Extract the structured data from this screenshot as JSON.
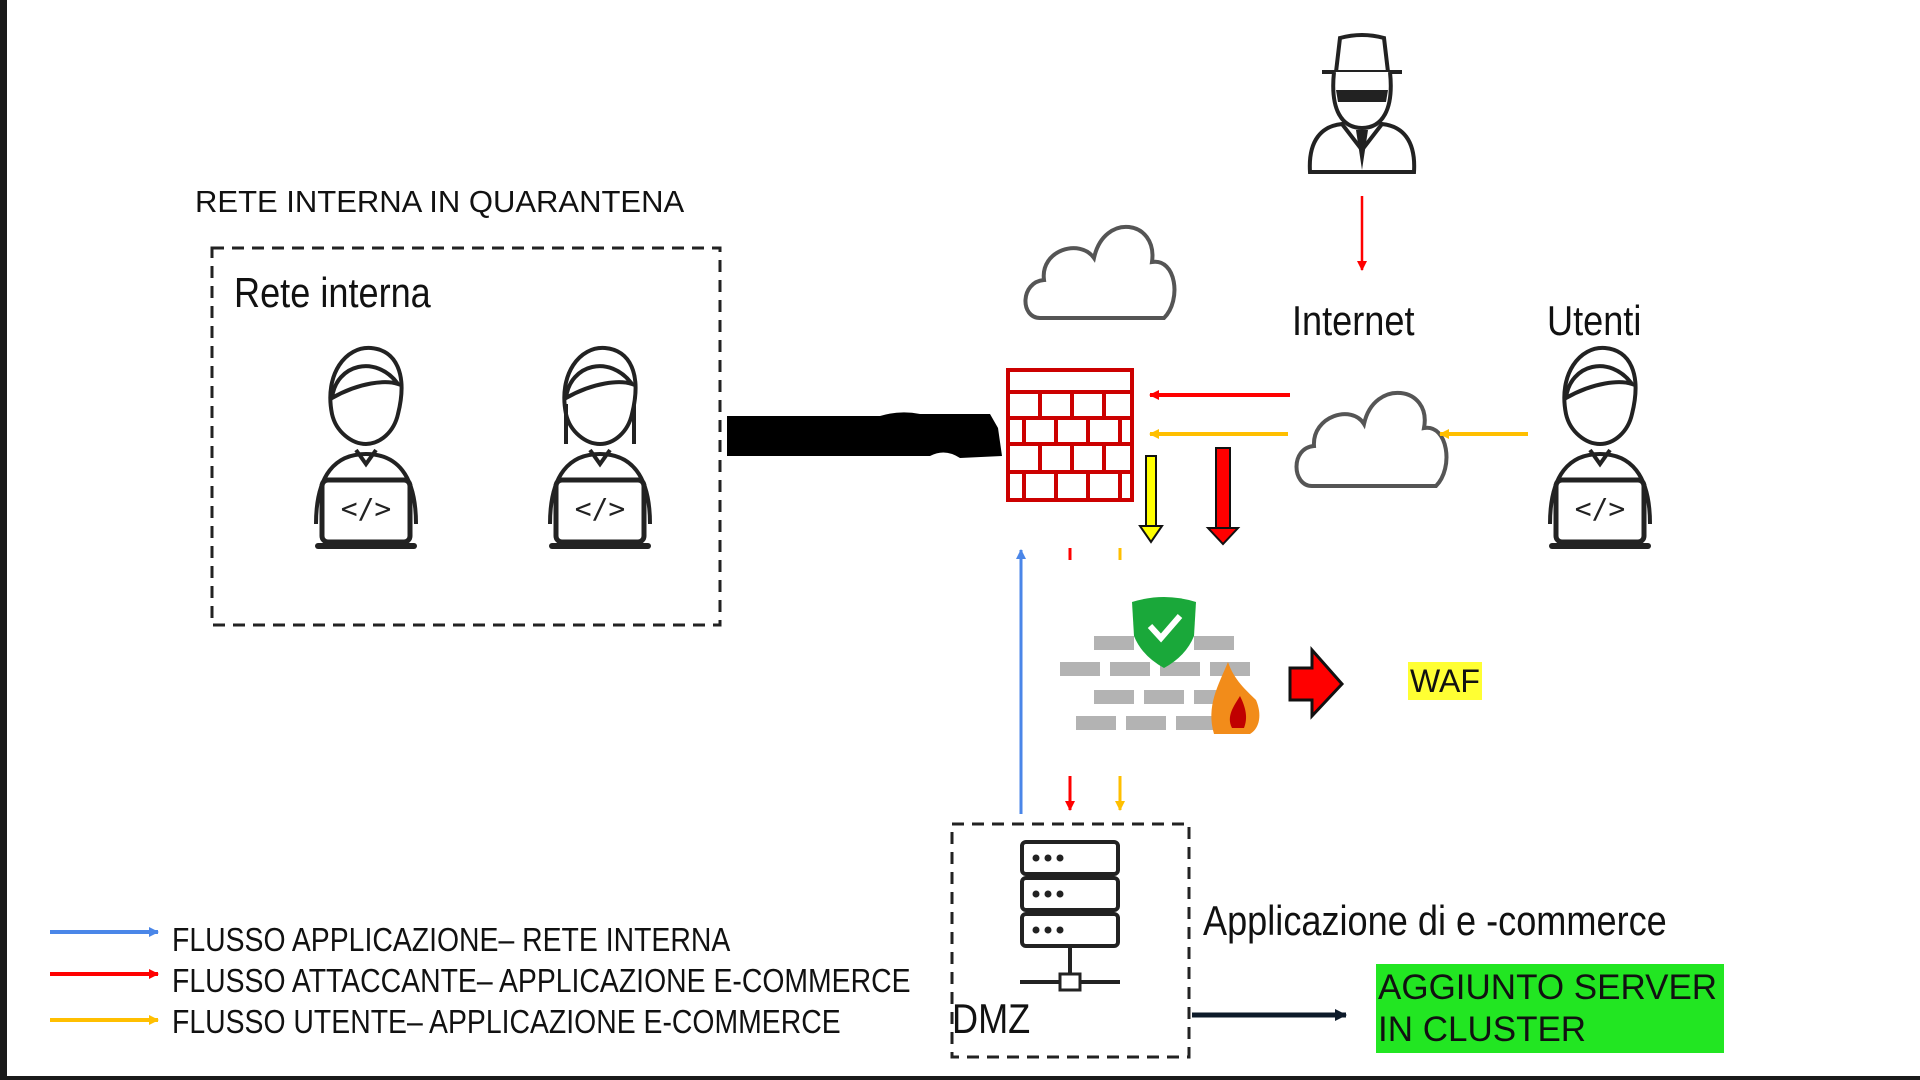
{
  "title": "RETE INTERNA IN QUARANTENA",
  "nodes": {
    "rete_interna": "Rete interna",
    "internet": "Internet",
    "utenti": "Utenti",
    "applicazione": "Applicazione di e -commerce",
    "dmz": "DMZ",
    "waf": "WAF",
    "cluster_note": "AGGIUNTO SERVER IN CLUSTER"
  },
  "legend": [
    {
      "label": "FLUSSO APPLICAZIONE– RETE INTERNA",
      "color": "#4a86e8"
    },
    {
      "label": "FLUSSO ATTACCANTE– APPLICAZIONE E-COMMERCE",
      "color": "#ff0000"
    },
    {
      "label": "FLUSSO UTENTE– APPLICAZIONE E-COMMERCE",
      "color": "#ffbf00"
    }
  ],
  "colors": {
    "firewall": "#cc0000",
    "waf_shield": "#1aa83a",
    "waf_highlight": "#ffff33",
    "cluster_highlight": "#22e622",
    "blocked_link": "#000000"
  },
  "icons": [
    "hacker-icon",
    "cloud-icon",
    "firewall-icon",
    "waf-icon",
    "server-icon",
    "developer-icon"
  ]
}
